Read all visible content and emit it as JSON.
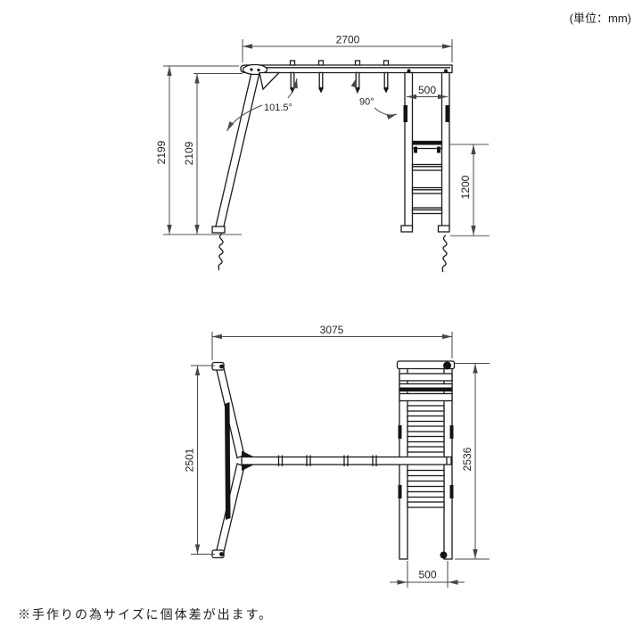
{
  "unit_note": "(単位：mm)",
  "footnote": "※手作りの為サイズに個体差が出ます。",
  "front_view": {
    "dims": {
      "beam_length": "2700",
      "total_height": "2199",
      "clear_height": "2109",
      "ladder_width": "500",
      "rung_span": "1200"
    },
    "angles": {
      "leg_angle": "101.5°",
      "post_angle": "90°"
    }
  },
  "plan_view": {
    "dims": {
      "total_length": "3075",
      "frame_depth": "2501",
      "ladder_depth": "2536",
      "ladder_width": "500"
    }
  },
  "colors": {
    "object_line": "#1b1b1b",
    "dimension_line": "#474747",
    "ground_line": "#8e8e8e",
    "background": "#ffffff"
  }
}
